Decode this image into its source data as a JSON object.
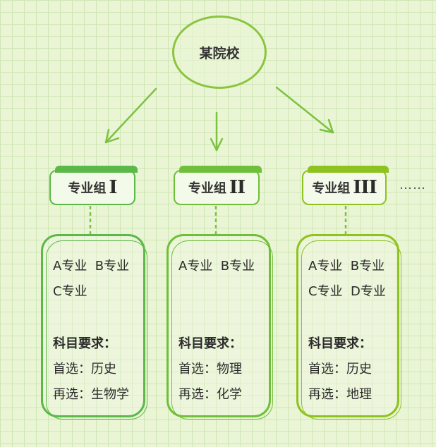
{
  "root": {
    "label": "某院校"
  },
  "groups": [
    {
      "label": "专业组",
      "roman": "I",
      "color": "#5cb848",
      "majors": [
        "A专业",
        "B专业",
        "C专业"
      ],
      "requirement_title": "科目要求：",
      "first_choice": "首选：历史",
      "second_choice": "再选：生物学"
    },
    {
      "label": "专业组",
      "roman": "II",
      "color": "#6fbf3a",
      "majors": [
        "A专业",
        "B专业"
      ],
      "requirement_title": "科目要求：",
      "first_choice": "首选：物理",
      "second_choice": "再选：化学"
    },
    {
      "label": "专业组",
      "roman": "III",
      "color": "#8ec21f",
      "majors": [
        "A专业",
        "B专业",
        "C专业",
        "D专业"
      ],
      "requirement_title": "科目要求：",
      "first_choice": "首选：历史",
      "second_choice": "再选：地理"
    }
  ],
  "more": "……"
}
